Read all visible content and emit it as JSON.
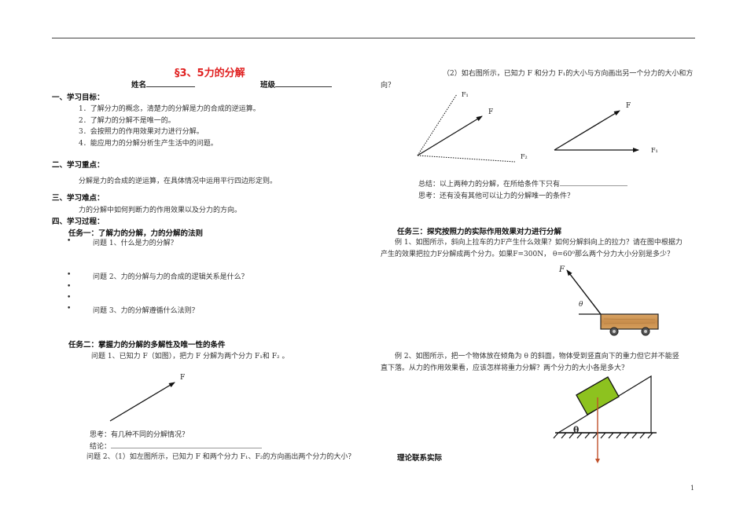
{
  "header": {
    "title": "§3、5力的分解",
    "name_label": "姓名",
    "class_label": "班级"
  },
  "section1": {
    "heading": "一、学习目标：",
    "items": [
      "1．了解分力的概念，清楚力的分解是力的合成的逆运算。",
      "2．了解力的分解不是唯一的。",
      "3．会按照力的作用效果对力进行分解。",
      "4．能应用力的分解分析生产生活中的问题。"
    ]
  },
  "section2": {
    "heading": "二、学习重点：",
    "text": "分解是力的合成的逆运算，在具体情况中运用平行四边形定则。"
  },
  "section3": {
    "heading": "三、学习难点：",
    "text": "力的分解中如何判断力的作用效果以及分力的方向。"
  },
  "section4": {
    "heading": "四、学习过程：",
    "task1": {
      "heading": "任务一：了解力的分解，力的分解的法则",
      "q1": "问题 1、什么是力的分解？",
      "q2": "问题 2、力的分解与力的合成的逻辑关系是什么？",
      "q3": "问题 3、力的分解遵循什么法则？",
      "bullet": "•"
    },
    "task2": {
      "heading": "任务二：掌握力的分解的多解性及唯一性的条件",
      "q1": "问题 1、已知力 F（如图），把力 F 分解为两个分力 F₁和 F₂ 。",
      "fig_label_F": "F",
      "think": "思考：有几种不同的分解情况？",
      "conclusion": "结论：",
      "q2_1": "问题 2、（1）如左图所示，已知力 F 和两个分力 F₁、F₂的方向画出两个分力的大小？",
      "q2_2": "（2）如右图所示，已知力 F 和分力 F₁的大小与方向画出另一个分力的大小和方",
      "q2_2_cont": "向？",
      "fig_left": {
        "F": "F",
        "F1": "F₁",
        "F2": "F₂"
      },
      "fig_right": {
        "F": "F",
        "F1": "F₁"
      },
      "summary": "总结：以上两种力的分解，在所给条件下只有",
      "think2": "思考：还有没有其他可以让力的分解唯一的条件？"
    },
    "task3": {
      "heading": "任务三：探究按照力的实际作用效果对力进行分解",
      "ex1_line1": "例 1、如图所示，斜向上拉车的力F产生什么效果？如何分解斜向上的拉力？请在图中根据力",
      "ex1_line2": "产生的效果把拉力F分解成两个分力。如果F=300N， θ=60⁰那么两个分力大小分别是多少？",
      "cart_fig": {
        "F": "F",
        "theta": "θ"
      },
      "ex2_line1": "例 2、如图所示，把一个物体放在倾角为 θ 的斜面，物体受到竖直向下的重力但它并不能竖",
      "ex2_line2": "直下落。从力的作用效果看，应该怎样将重力分解？两个分力的大小各是多大？",
      "incline_fig": {
        "theta": "θ",
        "block_color": "#8dc21f",
        "gravity_color": "#c0502a"
      }
    },
    "theory": "理论联系实际"
  },
  "footer": {
    "page_number": "1"
  }
}
